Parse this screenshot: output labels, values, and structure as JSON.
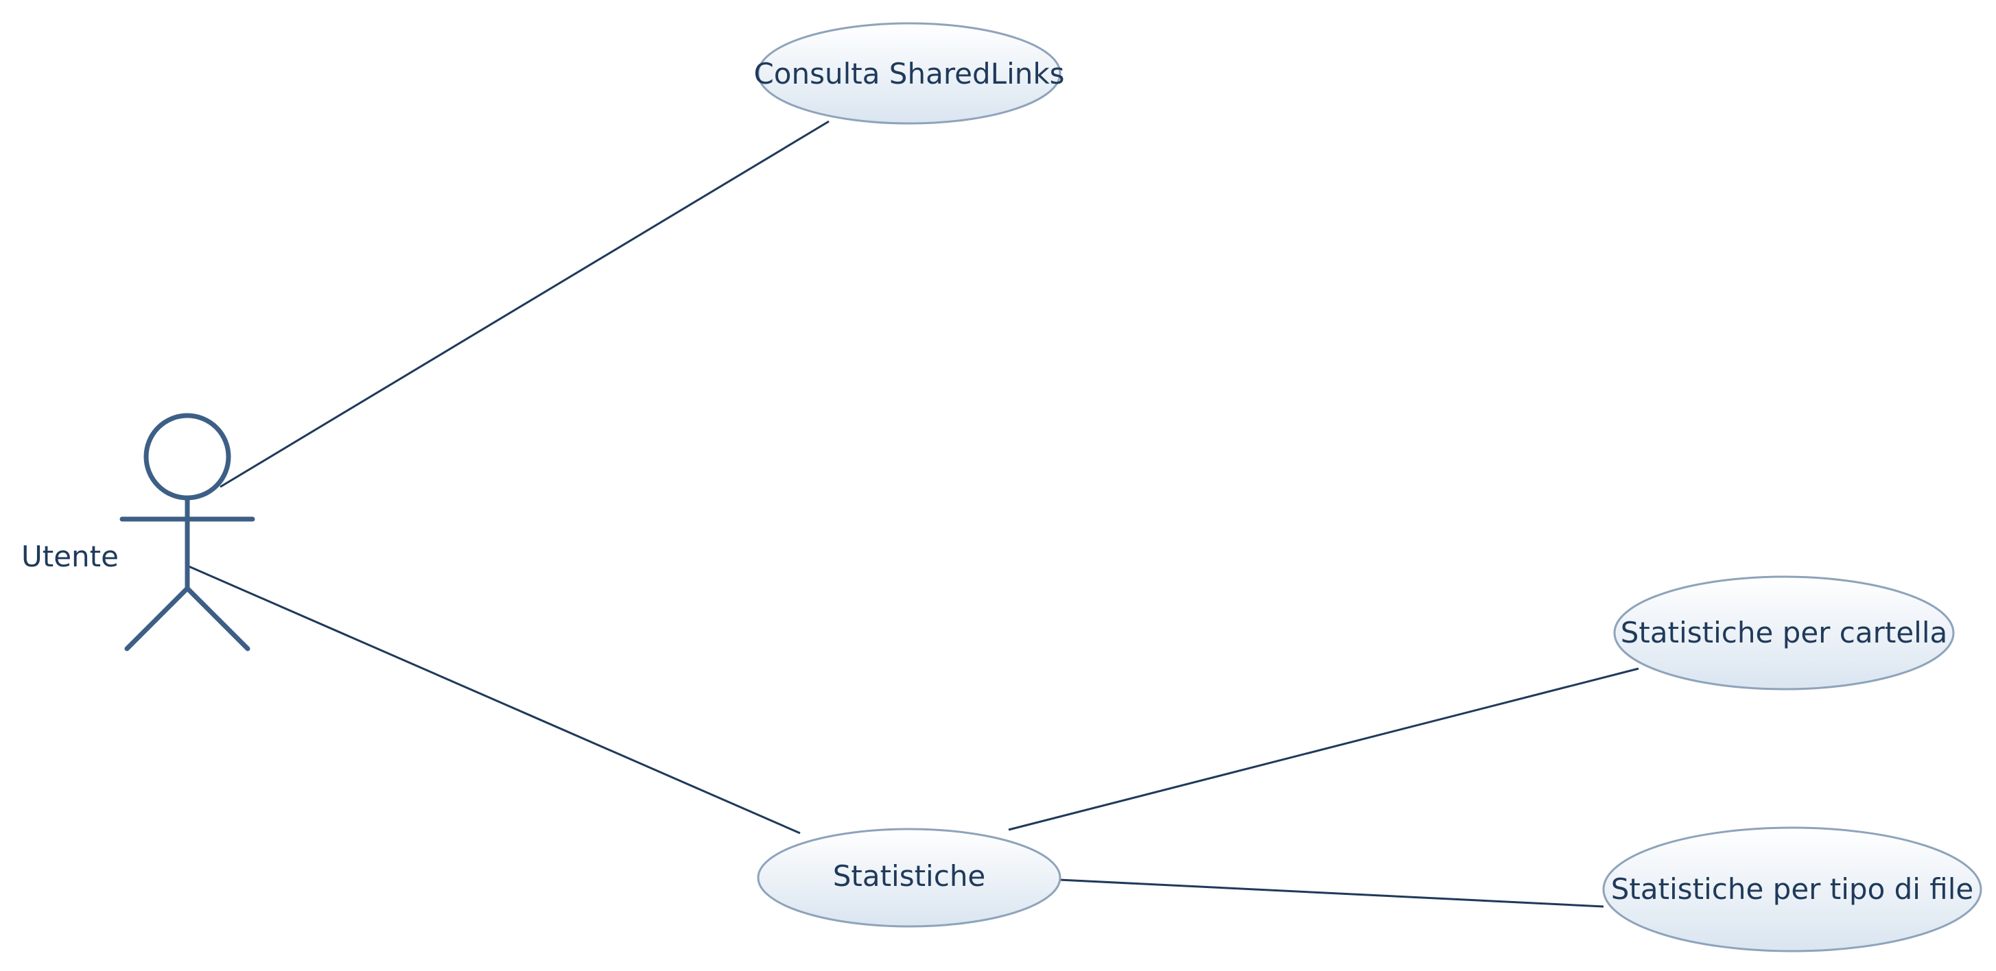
{
  "actor": {
    "name": "Utente"
  },
  "use_cases": {
    "consulta": "Consulta SharedLinks",
    "statistiche": "Statistiche",
    "per_cartella": "Statistiche per cartella",
    "per_tipo_file": "Statistiche per tipo di file"
  },
  "colors": {
    "line": "#1f3a5a",
    "actor": "#3d5f86",
    "use_case_fill_top": "#ffffff",
    "use_case_fill_bottom": "#dde7f1",
    "use_case_border": "#8ea3bb",
    "text": "#1f3a5a"
  }
}
